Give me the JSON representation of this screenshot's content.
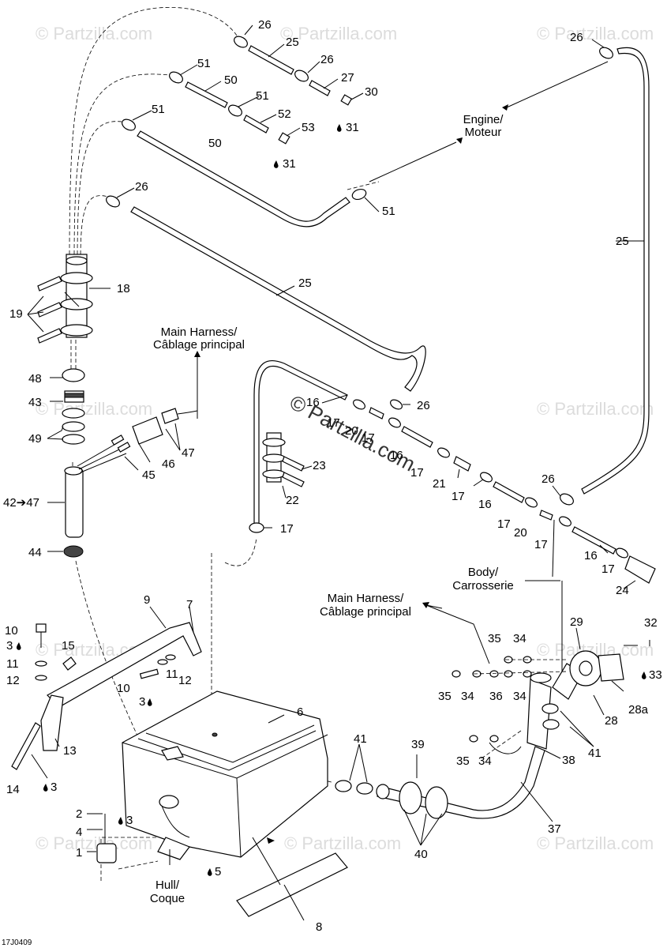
{
  "diagram": {
    "drawing_code": "17J0409",
    "watermark": "© Partzilla.com",
    "notes": {
      "engine": [
        "Engine/",
        "Moteur"
      ],
      "main_harness_top": [
        "Main Harness/",
        "Câblage principal"
      ],
      "main_harness_right": [
        "Main Harness/",
        "Câblage principal"
      ],
      "body": [
        "Body/",
        "Carrosserie"
      ],
      "hull": [
        "Hull/",
        "Coque"
      ]
    },
    "callouts": {
      "c26a": "26",
      "c25a": "25",
      "c51a": "51",
      "c50a": "50",
      "c26b": "26",
      "c27": "27",
      "c30": "30",
      "c31a": "31",
      "c51b": "51",
      "c52": "52",
      "c53": "53",
      "c31b": "31",
      "c51c": "51",
      "c50b": "50",
      "c26c": "26",
      "c51d": "51",
      "c26d": "26",
      "c25b": "25",
      "c25c": "25",
      "c18": "18",
      "c19": "19",
      "c48": "48",
      "c43": "43",
      "c49": "49",
      "c47a": "47",
      "c46": "46",
      "c45": "45",
      "c42": "42➔47",
      "c44": "44",
      "c16a": "16",
      "c17a": "17",
      "c20a": "20",
      "c26e": "26",
      "c17b": "17",
      "c16b": "16",
      "c17c": "17",
      "c21": "21",
      "c17d": "17",
      "c16c": "16",
      "c26f": "26",
      "c17e": "17",
      "c20b": "20",
      "c17f": "17",
      "c16d": "16",
      "c17g": "17",
      "c24": "24",
      "c23": "23",
      "c22": "22",
      "c17h": "17",
      "c9": "9",
      "c7": "7",
      "c10a": "10",
      "c3a": "3",
      "c15": "15",
      "c11a": "11",
      "c12a": "12",
      "c11b": "11",
      "c10b": "10",
      "c12b": "12",
      "c3b": "3",
      "c6": "6",
      "c13": "13",
      "c14": "14",
      "c3c": "3",
      "c2": "2",
      "c3d": "3",
      "c4": "4",
      "c1": "1",
      "c5": "5",
      "c8": "8",
      "c41a": "41",
      "c39": "39",
      "c40": "40",
      "c37": "37",
      "c38": "38",
      "c41b": "41",
      "c35a": "35",
      "c34a": "34",
      "c35b": "35",
      "c34b": "34",
      "c36": "36",
      "c34c": "34",
      "c29": "29",
      "c32": "32",
      "c33": "33",
      "c28": "28",
      "c28a": "28a",
      "c35c": "35",
      "c34d": "34"
    }
  }
}
